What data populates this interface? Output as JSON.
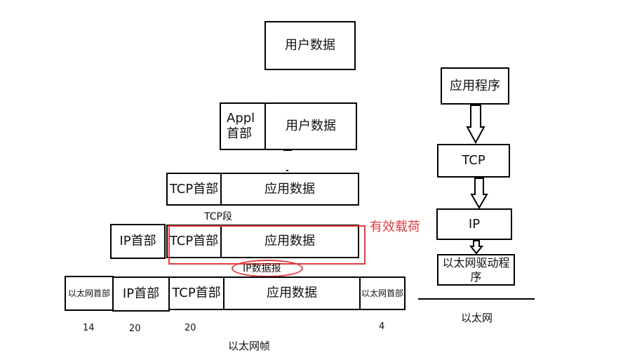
{
  "encap": {
    "row1": {
      "user_data": "用户数据"
    },
    "row2": {
      "appl_header": "Appl\n首部",
      "user_data": "用户数据"
    },
    "row3": {
      "tcp_header": "TCP首部",
      "app_data": "应用数据",
      "label": "TCP段"
    },
    "row4": {
      "ip_header": "IP首部",
      "tcp_header": "TCP首部",
      "app_data": "应用数据",
      "label": "IP数据报",
      "payload_label": "有效载荷"
    },
    "row5": {
      "eth_header": "以太网首部",
      "ip_header": "IP首部",
      "tcp_header": "TCP首部",
      "app_data": "应用数据",
      "eth_trailer": "以太网首部",
      "sizes": [
        "14",
        "20",
        "20",
        "4"
      ],
      "label": "以太网帧"
    }
  },
  "stack": {
    "app": "应用程序",
    "tcp": "TCP",
    "ip": "IP",
    "driver": "以太网驱动程序",
    "network": "以太网"
  },
  "colors": {
    "highlight": "#e23c3c",
    "stroke": "#000000"
  }
}
